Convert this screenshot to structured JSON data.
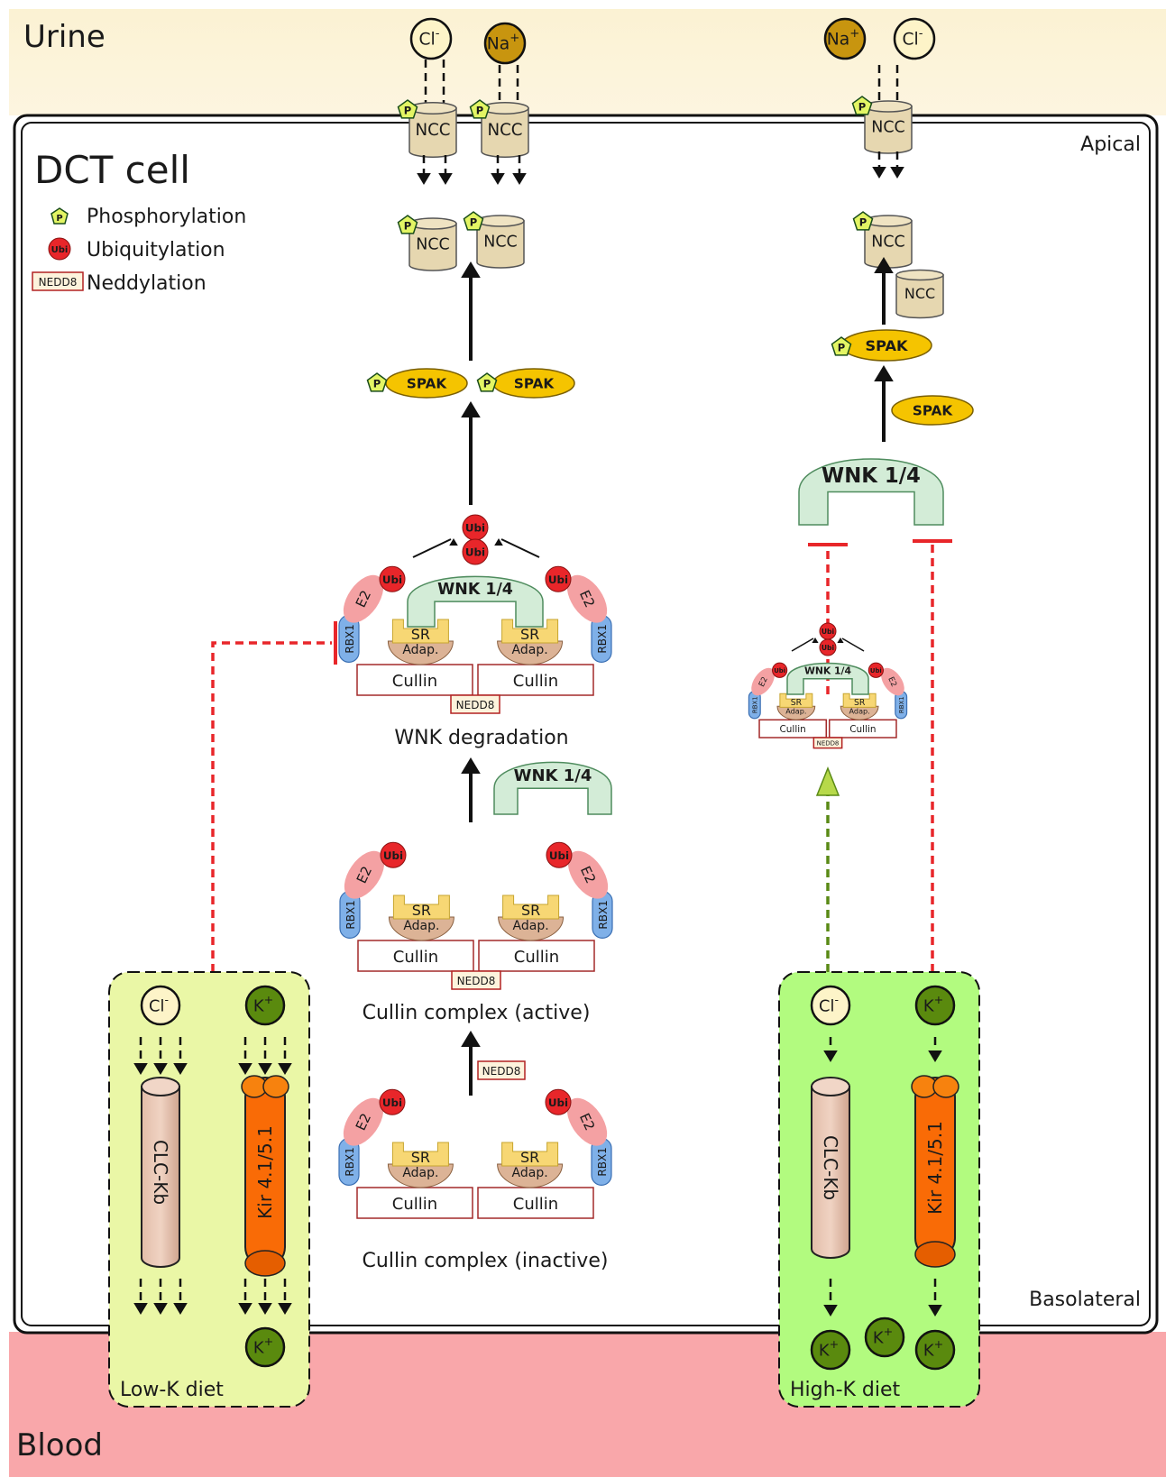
{
  "regions": {
    "urine": "Urine",
    "cell": "DCT cell",
    "blood": "Blood",
    "apical": "Apical",
    "basolateral": "Basolateral"
  },
  "legend": {
    "phospho": "Phosphorylation",
    "ubi": "Ubiquitylation",
    "nedd": "Neddylation"
  },
  "labels": {
    "ncc": "NCC",
    "spak": "SPAK",
    "wnk": "WNK 1/4",
    "ubi": "Ubi",
    "p": "P",
    "e2": "E2",
    "rbx1": "RBX1",
    "sr": "SR",
    "adap": "Adap.",
    "cullin": "Cullin",
    "nedd8": "NEDD8",
    "wnk_degradation": "WNK degradation",
    "cullin_active": "Cullin complex (active)",
    "cullin_inactive": "Cullin complex (inactive)",
    "clckb": "CLC-Kb",
    "kir": "Kir 4.1/5.1"
  },
  "ions": {
    "cl": "Cl",
    "na": "Na",
    "k": "K",
    "minus": "-",
    "plus": "+"
  },
  "diets": {
    "low": "Low-K diet",
    "high": "High-K diet"
  },
  "colors": {
    "urine": "#fbf2d1",
    "blood": "#f9a7aa",
    "ncc": "#e6d7b0",
    "spak": "#f5c400",
    "wnk": "#d3ecd7",
    "ubi": "#e8262a",
    "e2": "#f4a1a3",
    "rbx1": "#7fb0e8",
    "sr": "#f7d774",
    "adap": "#dcb396",
    "low_k_box": "#eaf7a6",
    "high_k_box": "#b2fb7f",
    "kir": "#f96b06",
    "clc": "#e2bda8",
    "k_ion": "#5a8a0e",
    "na_ion": "#c8950f",
    "inhibit": "#e8262a",
    "activate": "#5a8a16"
  }
}
